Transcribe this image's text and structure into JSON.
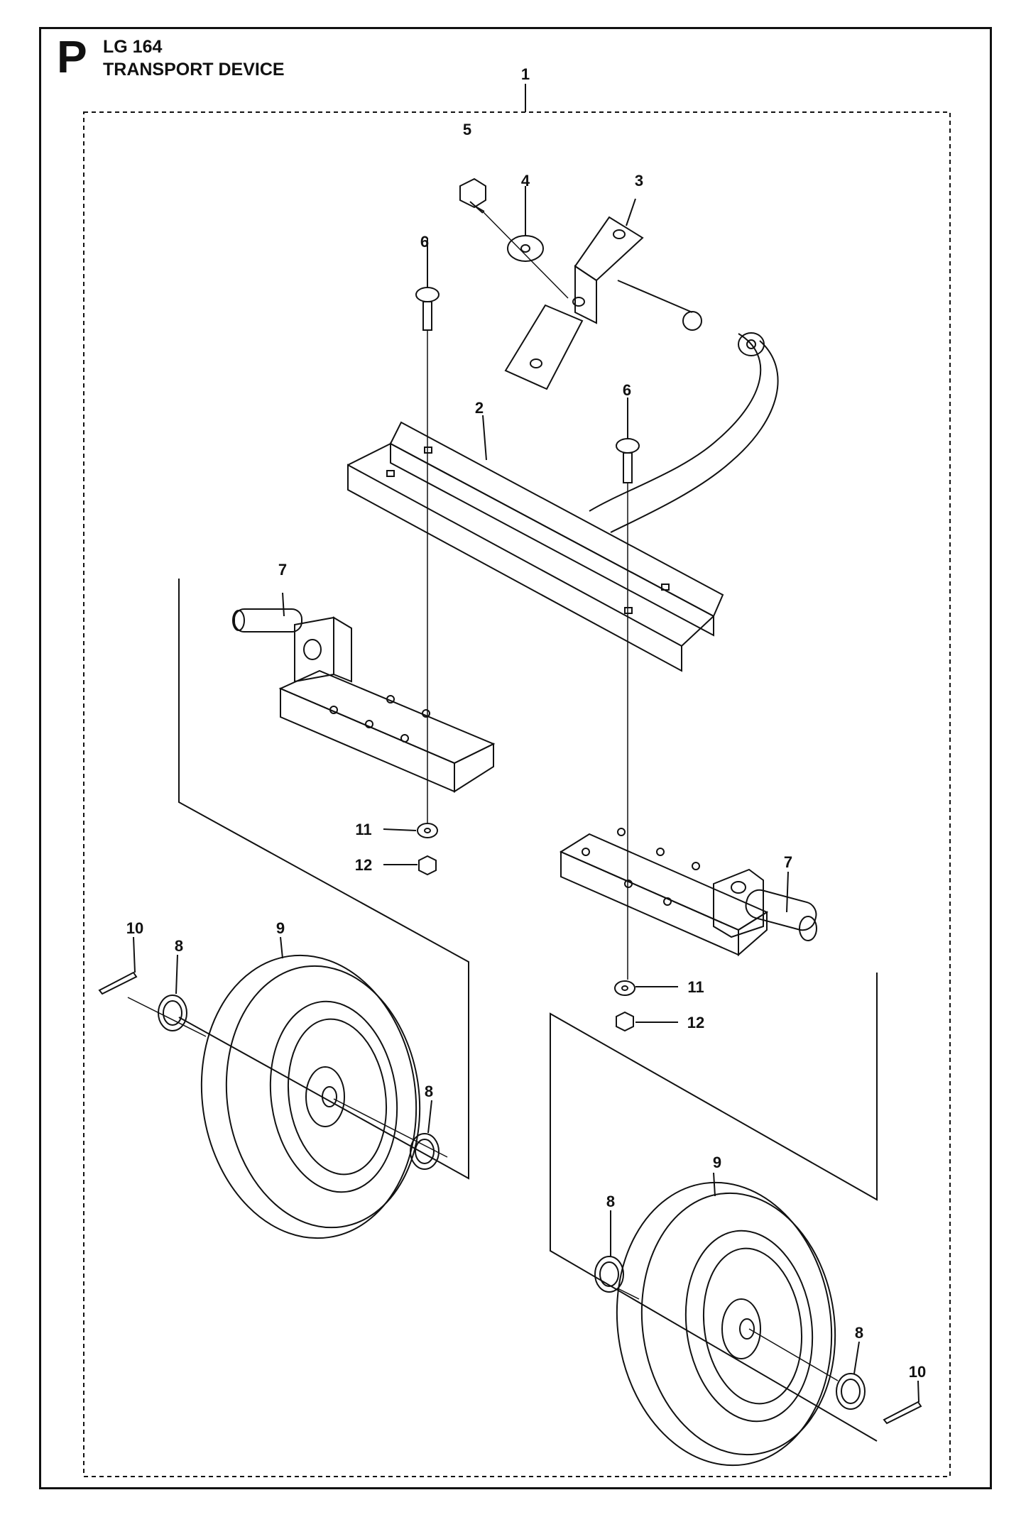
{
  "header": {
    "section_letter": "P",
    "model": "LG 164",
    "title": "TRANSPORT DEVICE"
  },
  "callouts": {
    "c1": "1",
    "c2": "2",
    "c3": "3",
    "c4": "4",
    "c5": "5",
    "c6a": "6",
    "c6b": "6",
    "c7a": "7",
    "c7b": "7",
    "c8a": "8",
    "c8b": "8",
    "c8c": "8",
    "c8d": "8",
    "c9a": "9",
    "c9b": "9",
    "c10a": "10",
    "c10b": "10",
    "c11a": "11",
    "c11b": "11",
    "c12a": "12",
    "c12b": "12"
  }
}
